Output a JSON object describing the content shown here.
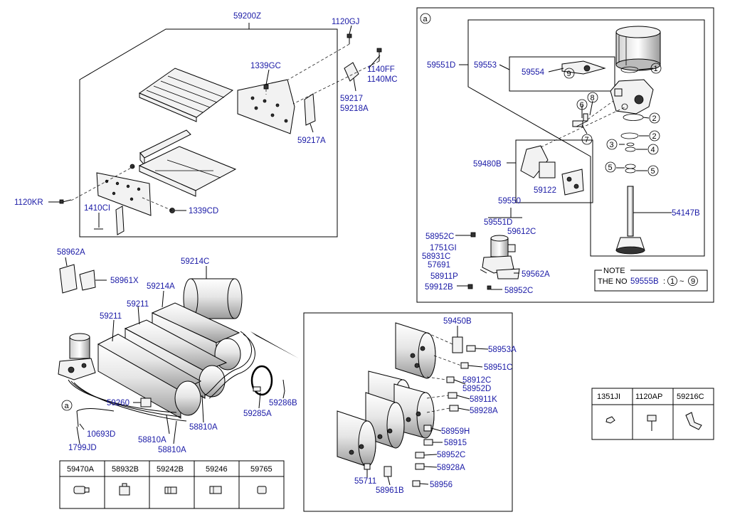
{
  "labels": {
    "l59200Z": "59200Z",
    "l1120GJ": "1120GJ",
    "l1339GC": "1339GC",
    "l1140FF": "1140FF",
    "l1140MC": "1140MC",
    "l59217": "59217",
    "l59218A": "59218A",
    "l59217A": "59217A",
    "l1120KR": "1120KR",
    "l1410CI": "1410CI",
    "l1339CD": "1339CD",
    "la_main": "a",
    "l59551D": "59551D",
    "l59553": "59553",
    "l59554": "59554",
    "l59480B": "59480B",
    "l59122": "59122",
    "l59550": "59550",
    "l59551D_2": "59551D",
    "l59612C": "59612C",
    "l58952C": "58952C",
    "l1751GI": "1751GI",
    "l58931C": "58931C",
    "l57691": "57691",
    "l58911P": "58911P",
    "l59562A": "59562A",
    "l59912B": "59912B",
    "l58952C_2": "58952C",
    "l54147B": "54147B",
    "note_title": "NOTE",
    "note_text": "THE NO",
    "note_ref": "59555B",
    "note_range": "~",
    "l58962A": "58962A",
    "l58961X": "58961X",
    "l59214C": "59214C",
    "l59214A": "59214A",
    "l59211": "59211",
    "l59211_2": "59211",
    "l59260": "59260",
    "l10693D": "10693D",
    "l1799JD": "1799JD",
    "l58810A": "58810A",
    "l58810A_2": "58810A",
    "l58810A_3": "58810A",
    "l59285A": "59285A",
    "l59286B": "59286B",
    "la_sub": "a",
    "l59450B": "59450B",
    "l58953A": "58953A",
    "l58951C": "58951C",
    "l58912C": "58912C",
    "l58952D": "58952D",
    "l58911K": "58911K",
    "l58928A": "58928A",
    "l58959H": "58959H",
    "l58915": "58915",
    "l58952C_3": "58952C",
    "l58928A_2": "58928A",
    "l55711": "55711",
    "l58961B": "58961B",
    "l58956": "58956"
  },
  "circled_refs": [
    "1",
    "2",
    "2",
    "3",
    "4",
    "5",
    "5",
    "6",
    "7",
    "8",
    "9"
  ],
  "note_circles": [
    "1",
    "9"
  ],
  "parts_table_bottom": {
    "headers": [
      "59470A",
      "58932B",
      "59242B",
      "59246",
      "59765"
    ]
  },
  "parts_table_right": {
    "headers": [
      "1351JI",
      "1120AP",
      "59216C"
    ]
  },
  "colors": {
    "label": "#1a1aa6",
    "line": "#000000"
  }
}
